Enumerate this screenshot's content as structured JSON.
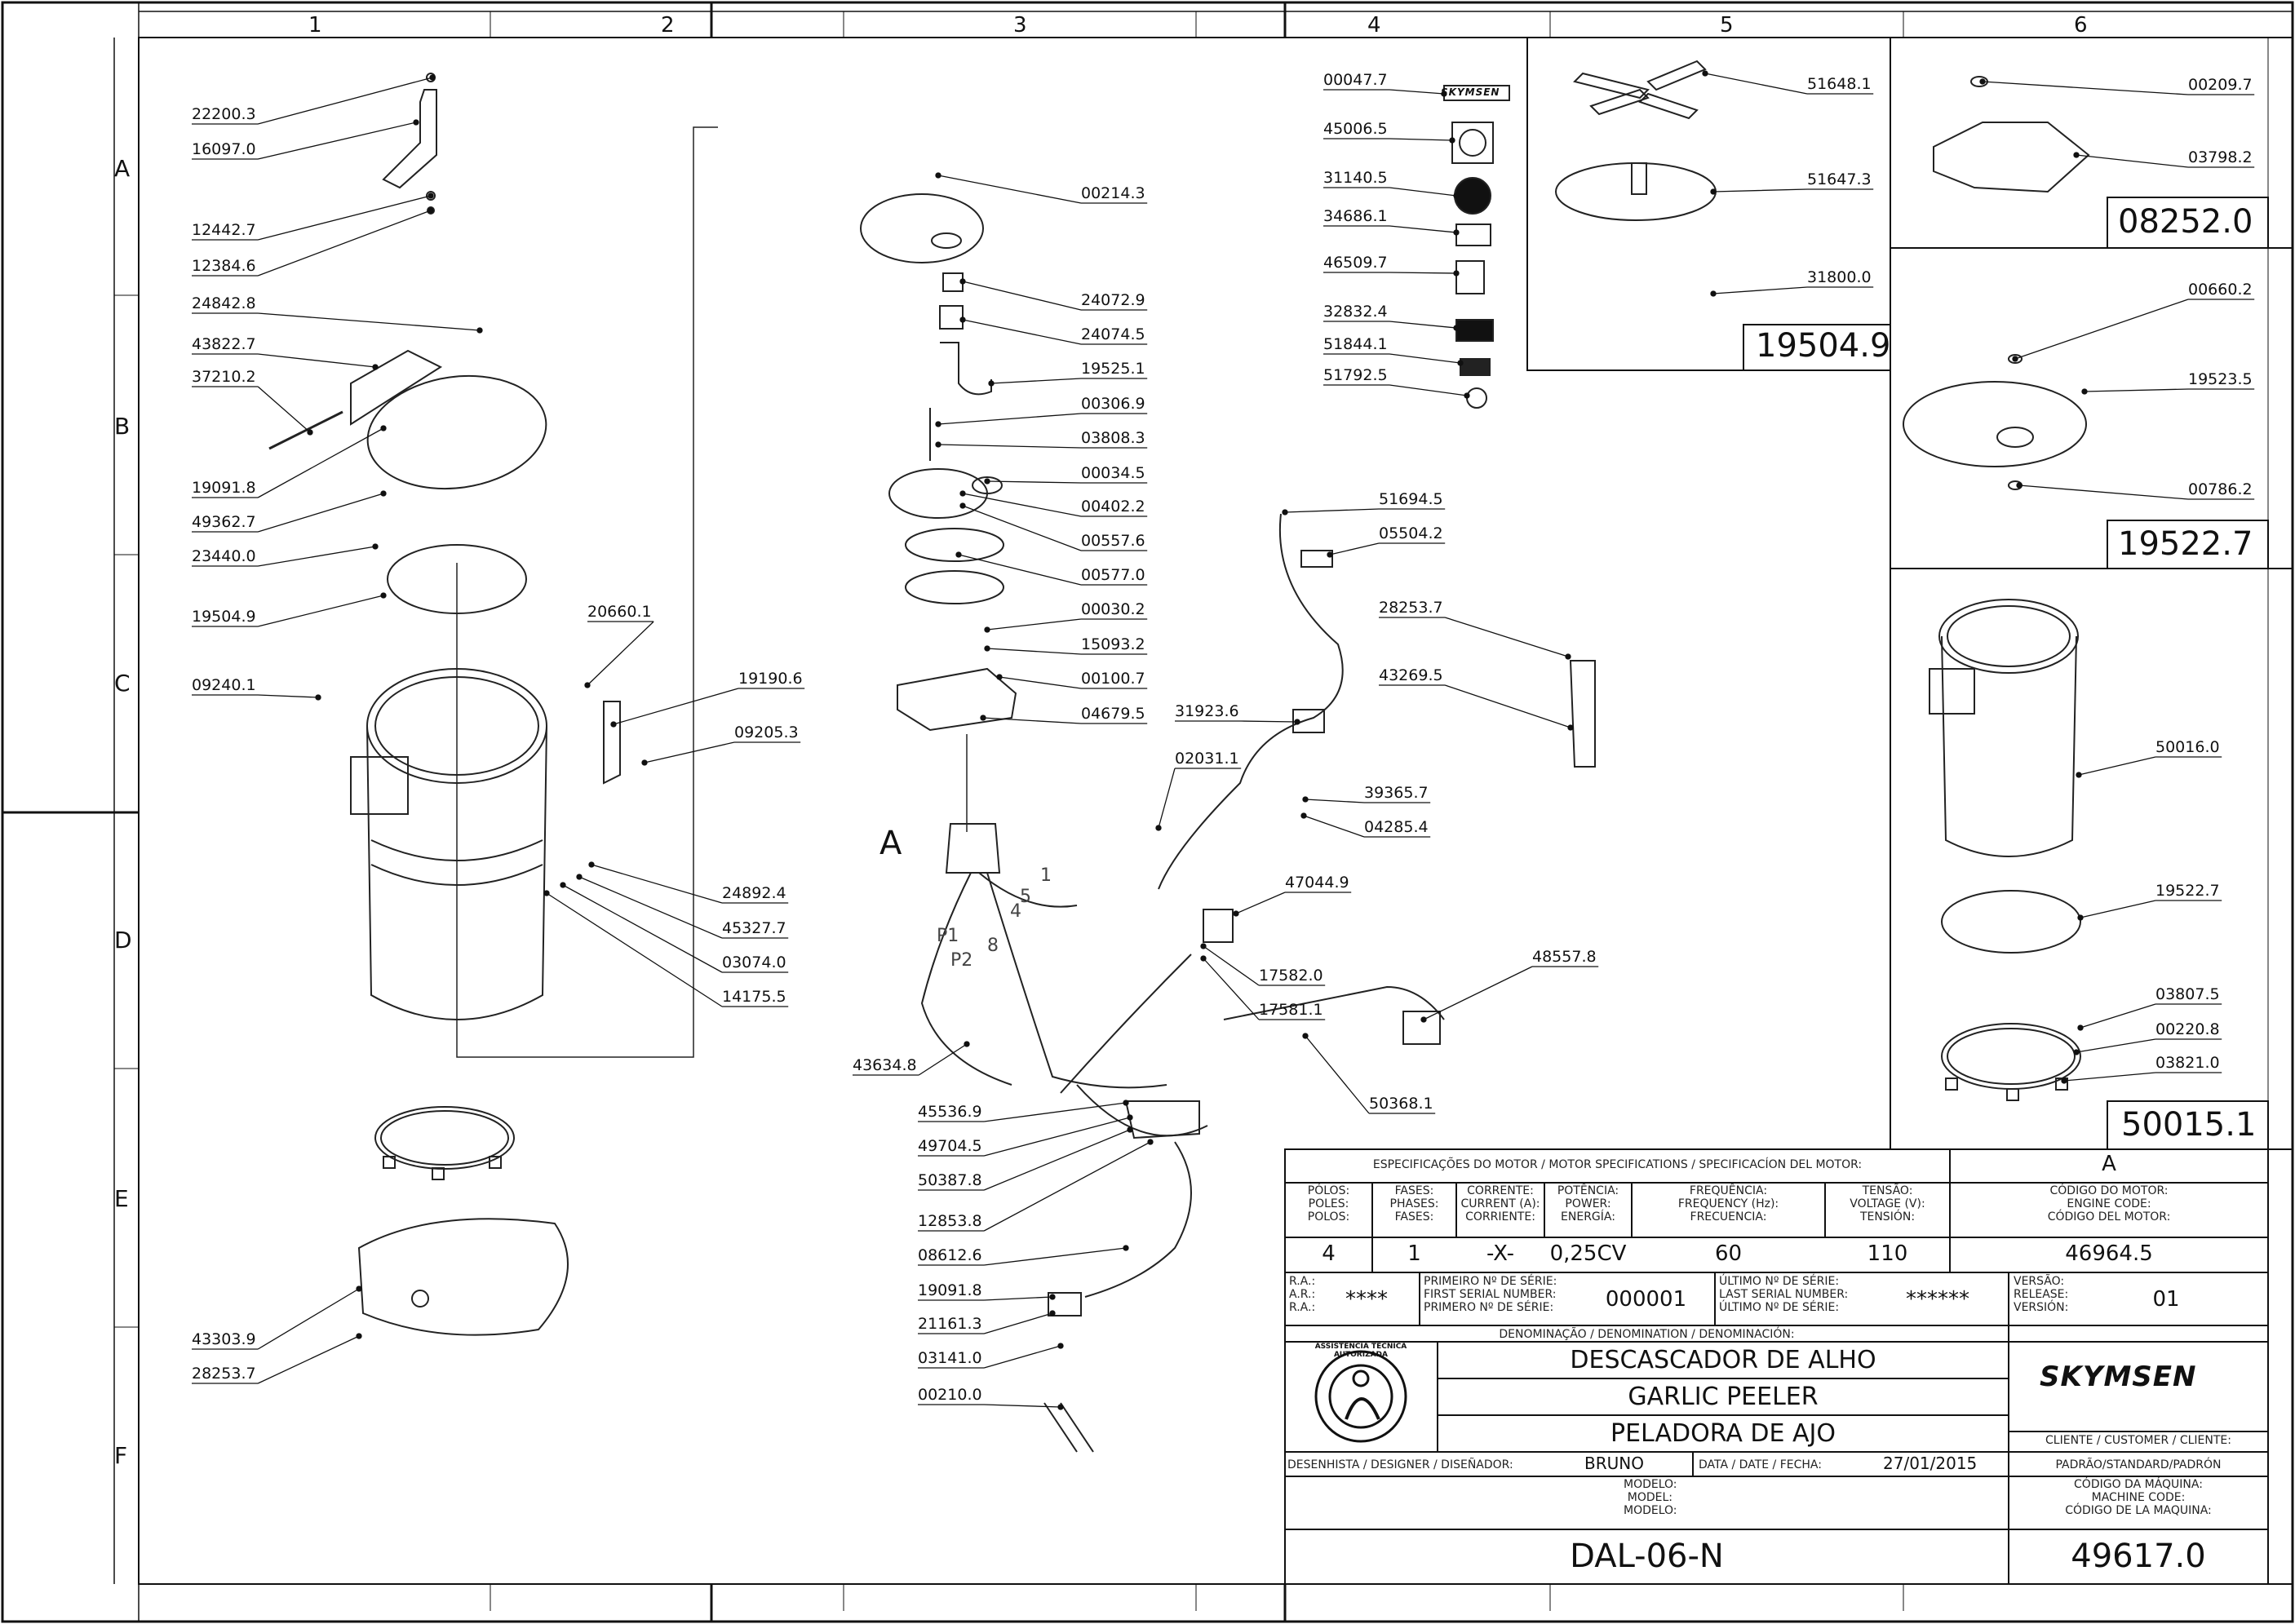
{
  "grid": {
    "columns": [
      "1",
      "2",
      "3",
      "4",
      "5",
      "6"
    ],
    "rows": [
      "A",
      "B",
      "C",
      "D",
      "E",
      "F"
    ]
  },
  "callouts_left": [
    "22200.3",
    "16097.0",
    "12442.7",
    "12384.6",
    "24842.8",
    "43822.7",
    "37210.2",
    "19091.8",
    "49362.7",
    "23440.0",
    "19504.9",
    "09240.1",
    "20660.1",
    "19190.6",
    "09205.3",
    "24892.4",
    "45327.7",
    "03074.0",
    "14175.5",
    "43303.9",
    "28253.7"
  ],
  "callouts_center": [
    "00214.3",
    "24072.9",
    "24074.5",
    "19525.1",
    "00306.9",
    "03808.3",
    "00034.5",
    "00402.2",
    "00557.6",
    "00577.0",
    "00030.2",
    "15093.2",
    "00100.7",
    "04679.5",
    "43634.8",
    "45536.9",
    "49704.5",
    "50387.8",
    "12853.8",
    "08612.6",
    "19091.8",
    "21161.3",
    "03141.0",
    "00210.0"
  ],
  "motor_label": "A",
  "wire_numbers": [
    "1",
    "5",
    "4",
    "P1",
    "P2",
    "8"
  ],
  "callouts_labels": [
    "00047.7",
    "45006.5",
    "31140.5",
    "34686.1",
    "46509.7",
    "32832.4",
    "51844.1",
    "51792.5"
  ],
  "callouts_elec": [
    "51694.5",
    "05504.2",
    "28253.7",
    "43269.5",
    "31923.6",
    "02031.1",
    "39365.7",
    "04285.4",
    "47044.9",
    "17582.0",
    "17581.1",
    "48557.8",
    "50368.1"
  ],
  "kit_19504": {
    "code": "19504.9",
    "parts": [
      "51648.1",
      "51647.3",
      "31800.0"
    ]
  },
  "kit_08252": {
    "code": "08252.0",
    "parts": [
      "00209.7",
      "03798.2"
    ]
  },
  "kit_19522": {
    "code": "19522.7",
    "parts": [
      "00660.2",
      "19523.5",
      "00786.2"
    ]
  },
  "kit_50015": {
    "code": "50015.1",
    "parts": [
      "50016.0",
      "19522.7",
      "03807.5",
      "00220.8",
      "03821.0"
    ]
  },
  "brand": "SKYMSEN",
  "seal_text": "ASSISTÊNCIA TÉCNICA AUTORIZADA",
  "titleblock": {
    "motor_spec_header": "ESPECIFICAÇÕES DO MOTOR / MOTOR SPECIFICATIONS / SPECIFICACÍON DEL MOTOR:",
    "revision": "A",
    "col_heads": [
      "PÓLOS:\nPOLES:\nPOLOS:",
      "FASES:\nPHASES:\nFASES:",
      "CORRENTE:\nCURRENT (A):\nCORRIENTE:",
      "POTÊNCIA:\nPOWER:\nENERGÍA:",
      "FREQUÊNCIA:\nFREQUENCY (Hz):\nFRECUENCIA:",
      "TENSÃO:\nVOLTAGE (V):\nTENSIÓN:",
      "CÓDIGO DO MOTOR:\nENGINE CODE:\nCÓDIGO DEL MOTOR:"
    ],
    "col_vals": [
      "4",
      "1",
      "-X-",
      "0,25CV",
      "60",
      "110",
      "46964.5"
    ],
    "ra_label": "R.A.:\nA.R.:\nR.A.:",
    "ra_value": "****",
    "first_serial_label": "PRIMEIRO Nº DE SÉRIE:\nFIRST SERIAL NUMBER:\nPRIMERO Nº DE SÉRIE:",
    "first_serial": "000001",
    "last_serial_label": "ÚLTIMO Nº DE SÉRIE:\nLAST SERIAL NUMBER:\nÚLTIMO Nº DE SÉRIE:",
    "last_serial": "******",
    "version_label": "VERSÃO:\nRELEASE:\nVERSIÓN:",
    "version": "01",
    "denomination_label": "DENOMINAÇÃO / DENOMINATION / DENOMINACIÓN:",
    "name_pt": "DESCASCADOR DE ALHO",
    "name_en": "GARLIC PEELER",
    "name_es": "PELADORA DE AJO",
    "client_label": "CLIENTE / CUSTOMER / CLIENTE:",
    "designer_label": "DESENHISTA / DESIGNER / DISEÑADOR:",
    "designer": "BRUNO",
    "date_label": "DATA / DATE / FECHA:",
    "date": "27/01/2015",
    "client": "PADRÃO/STANDARD/PADRÓN",
    "model_label": "MODELO:\nMODEL:\nMODELO:",
    "machine_code_label": "CÓDIGO DA MÁQUINA:\nMACHINE CODE:\nCÓDIGO DE LA MAQUINA:",
    "model": "DAL-06-N",
    "machine_code": "49617.0"
  }
}
